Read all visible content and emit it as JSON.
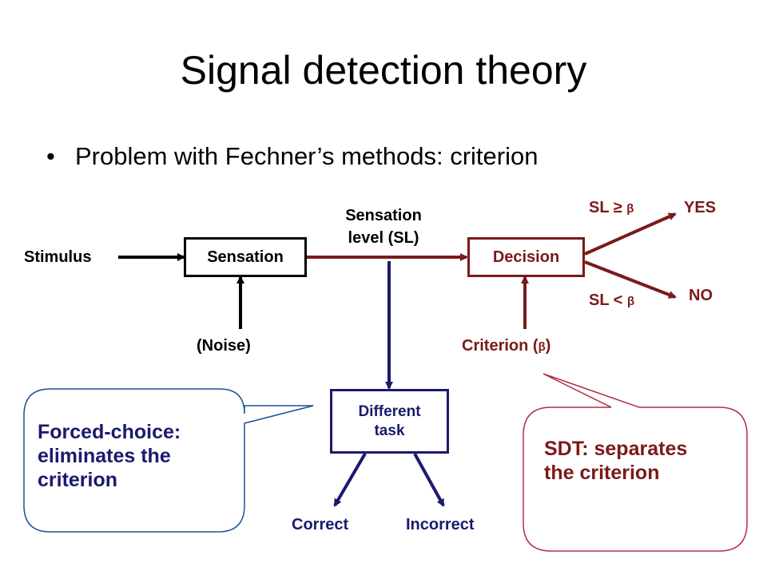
{
  "slide": {
    "title": "Signal detection theory",
    "bullet_symbol": "•",
    "bullet": "Problem with Fechner’s methods: criterion"
  },
  "diagram": {
    "stimulus": "Stimulus",
    "sensation_box": "Sensation",
    "sensation_level_line1": "Sensation",
    "sensation_level_line2": "level (SL)",
    "decision_box": "Decision",
    "noise": "(Noise)",
    "criterion": "Criterion (",
    "criterion_beta": "β",
    "criterion_close": ")",
    "sl_ge": "SL ≥ ",
    "sl_lt": "SL < ",
    "beta": "β",
    "yes": "YES",
    "no": "NO",
    "task_line1": "Different",
    "task_line2": "task",
    "correct": "Correct",
    "incorrect": "Incorrect",
    "forced_choice_line1": "Forced-choice:",
    "forced_choice_line2": "eliminates the",
    "forced_choice_line3": "criterion",
    "sdt_line1": "SDT: separates",
    "sdt_line2": "the criterion"
  },
  "colors": {
    "navy": "#1a1a6e",
    "maroon": "#7a1a1a",
    "black": "#000000",
    "blue_bubble_border": "#1f4e9a",
    "red_bubble_border": "#b03040"
  }
}
